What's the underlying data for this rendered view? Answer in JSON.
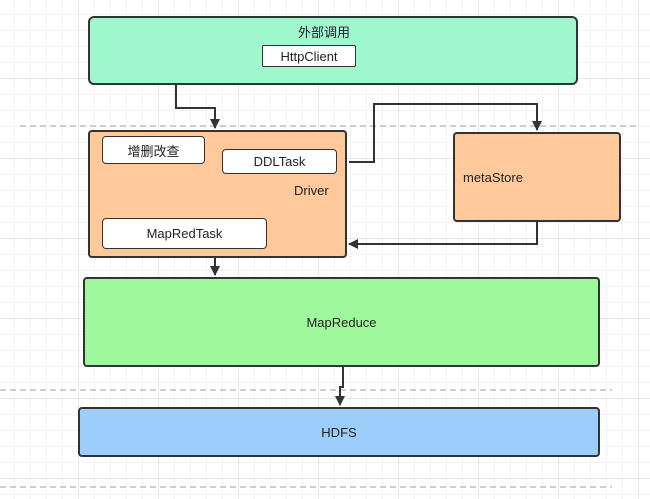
{
  "colors": {
    "external": "#9ff7ce",
    "driver": "#ffc99c",
    "metastore": "#ffc99c",
    "mapreduce": "#a0f89c",
    "hdfs": "#9ccdfb",
    "stroke": "#333333",
    "dashed": "#bdbdbd"
  },
  "external": {
    "title": "外部调用",
    "httpclient": "HttpClient"
  },
  "driver": {
    "label": "Driver",
    "crud": "增删改查",
    "ddltask": "DDLTask",
    "mapredtask": "MapRedTask"
  },
  "metastore": {
    "label": "metaStore"
  },
  "mapreduce": {
    "label": "MapReduce"
  },
  "hdfs": {
    "label": "HDFS"
  }
}
